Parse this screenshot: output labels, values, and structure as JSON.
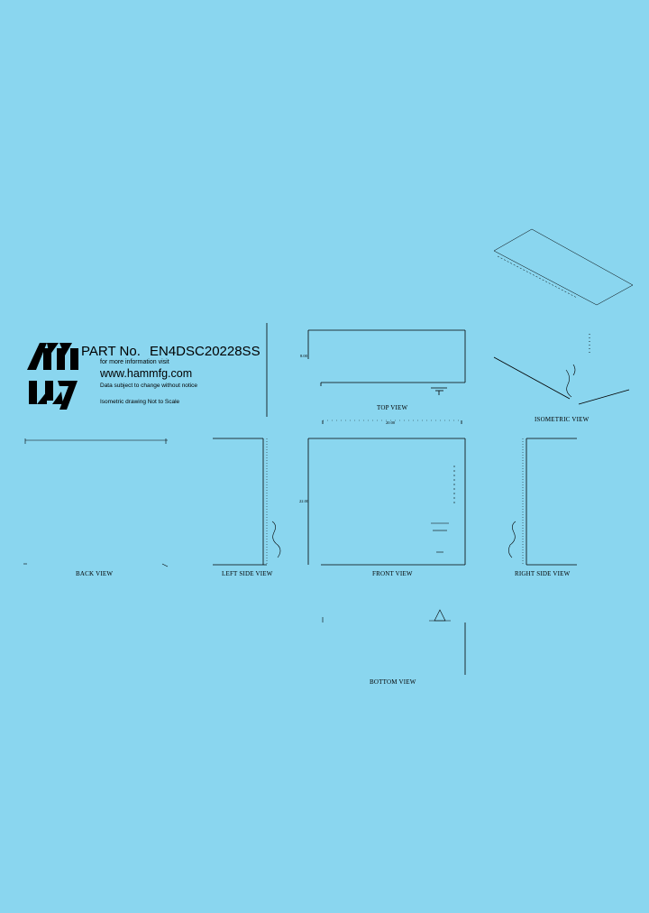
{
  "title_block": {
    "part_label": "PART No.",
    "part_number": "EN4DSC20228SS",
    "info_label": "for more information visit",
    "website": "www.hammfg.com",
    "notice": "Data subject to change without notice",
    "isometric_note": "Isometric drawing Not to Scale"
  },
  "views": {
    "top": "TOP VIEW",
    "isometric": "ISOMETRIC VIEW",
    "back": "BACK VIEW",
    "left_side": "LEFT SIDE VIEW",
    "front": "FRONT VIEW",
    "right_side": "RIGHT SIDE VIEW",
    "bottom": "BOTTOM VIEW"
  },
  "dimensions": {
    "depth": "8.00",
    "width": "20.00",
    "height": "22.00"
  },
  "colors": {
    "background": "#8ad6ef",
    "ink": "#000000"
  }
}
